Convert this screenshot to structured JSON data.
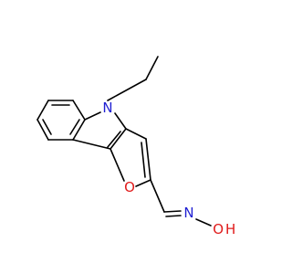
{
  "molecule": {
    "atoms": {
      "n1": {
        "symbol": "N",
        "color": "#1f1fd2"
      },
      "o_ring": {
        "symbol": "O",
        "color": "#e01b1b"
      },
      "n_oxime": {
        "symbol": "N",
        "color": "#1f1fd2"
      },
      "hydroxyl": {
        "symbol": "O",
        "h": "H",
        "color": "#e01b1b"
      }
    },
    "bond_color": "#000000"
  }
}
